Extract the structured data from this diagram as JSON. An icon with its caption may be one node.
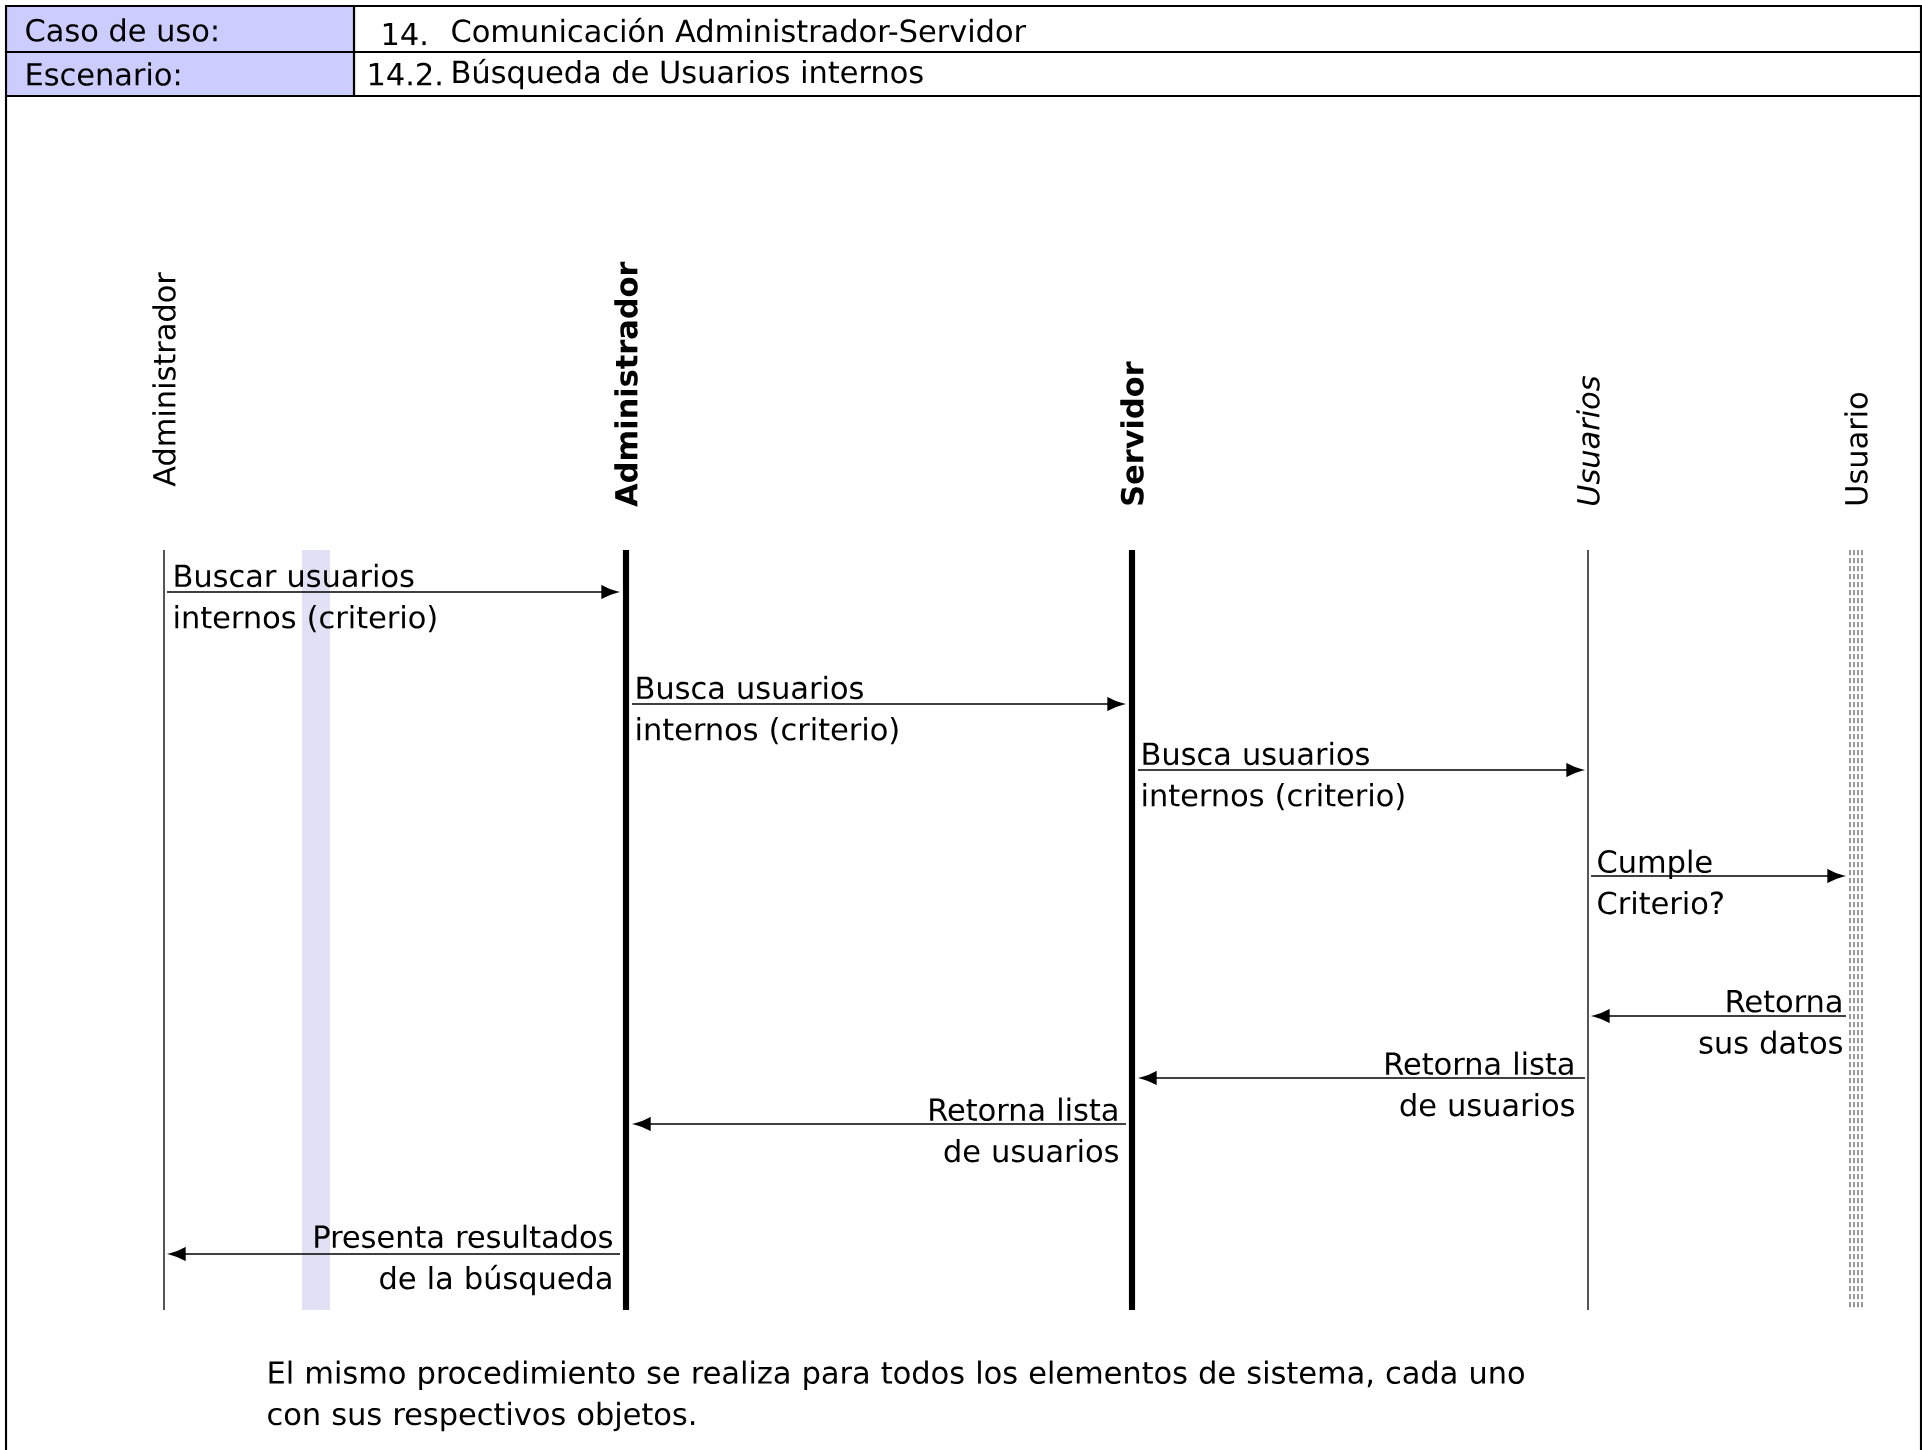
{
  "diagram": {
    "nodes": [
      {
        "text": [
          "Administrador"
        ]
      },
      {
        "text": [
          "Administrador"
        ]
      },
      {
        "text": [
          "Servidor"
        ]
      },
      {
        "text": [
          "Usuarios"
        ]
      },
      {
        "text": [
          "Usuario"
        ]
      }
    ],
    "edges": [
      {
        "from": 0,
        "to": 1,
        "arrow": "to",
        "label": "Buscar usuarios internos (criterio)"
      },
      {
        "from": 1,
        "to": 2,
        "arrow": "to",
        "label": "Busca usuarios internos (criterio)"
      },
      {
        "from": 2,
        "to": 3,
        "arrow": "to",
        "label": "Busca usuarios internos (criterio)"
      },
      {
        "from": 3,
        "to": 4,
        "arrow": "to",
        "label": "Cumple Criterio?"
      },
      {
        "from": 4,
        "to": 3,
        "arrow": "to",
        "label": "Retorna sus datos"
      },
      {
        "from": 3,
        "to": 2,
        "arrow": "to",
        "label": "Retorna lista de usuarios"
      },
      {
        "from": 2,
        "to": 1,
        "arrow": "to",
        "label": "Retorna lista de usuarios"
      },
      {
        "from": 1,
        "to": 0,
        "arrow": "to",
        "label": "Presenta resultados de la búsqueda"
      }
    ],
    "labels": [
      "Caso de uso:",
      "14.",
      "Comunicación Administrador-Servidor",
      "Escenario:",
      "14.2.",
      "Búsqueda de Usuarios internos"
    ],
    "caption": "El mismo procedimiento se realiza para todos los elementos de sistema, cada uno con sus respectivos objetos."
  }
}
